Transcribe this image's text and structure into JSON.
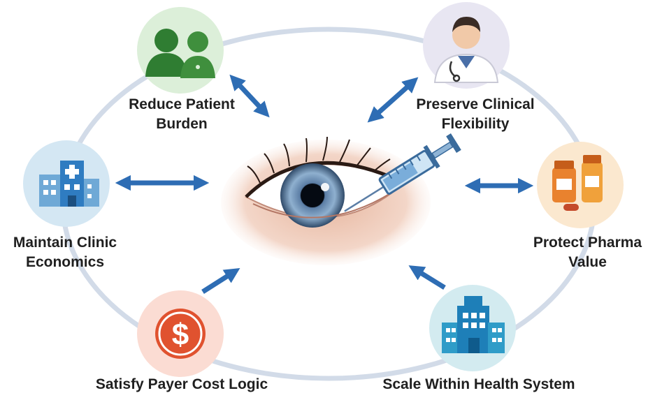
{
  "diagram": {
    "colors": {
      "ring": "#d2dbe8",
      "arrow": "#2e6db4",
      "text": "#1f1f1f"
    },
    "center": {
      "icon": "eye-with-syringe"
    },
    "nodes": [
      {
        "id": "reduce-patient-burden",
        "icon": "patients-icon",
        "label_lines": [
          "Reduce Patient",
          "Burden"
        ],
        "circle_color": "#dcefd9"
      },
      {
        "id": "preserve-clinical-flexibility",
        "icon": "doctor-icon",
        "label_lines": [
          "Preserve Clinical",
          "Flexibility"
        ],
        "circle_color": "#e8e6f2"
      },
      {
        "id": "maintain-clinic-economics",
        "icon": "clinic-building-icon",
        "label_lines": [
          "Maintain Clinic",
          "Economics"
        ],
        "circle_color": "#d4e7f3"
      },
      {
        "id": "protect-pharma-value",
        "icon": "medicine-bottles-icon",
        "label_lines": [
          "Protect Pharma",
          "Value"
        ],
        "circle_color": "#fbe8cf"
      },
      {
        "id": "satisfy-payer-cost-logic",
        "icon": "dollar-coin-icon",
        "label_lines": [
          "Satisfy Payer Cost Logic"
        ],
        "circle_color": "#fbdcd3"
      },
      {
        "id": "scale-within-health-system",
        "icon": "hospital-icon",
        "label_lines": [
          "Scale Within Health System"
        ],
        "circle_color": "#d3ebf0"
      }
    ]
  }
}
